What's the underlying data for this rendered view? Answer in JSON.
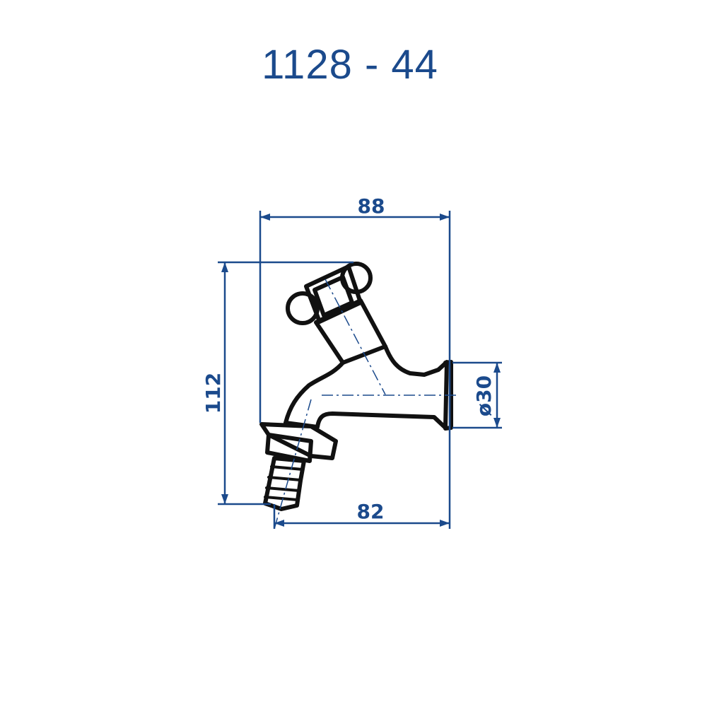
{
  "title": "1128 - 44",
  "dimensions": {
    "width_top": "88",
    "height": "112",
    "diameter": "ø30",
    "width_bottom": "82"
  },
  "colors": {
    "dimension": "#1b4a8c",
    "outline": "#111111",
    "centerline": "#1b4a8c",
    "background": "#ffffff"
  }
}
